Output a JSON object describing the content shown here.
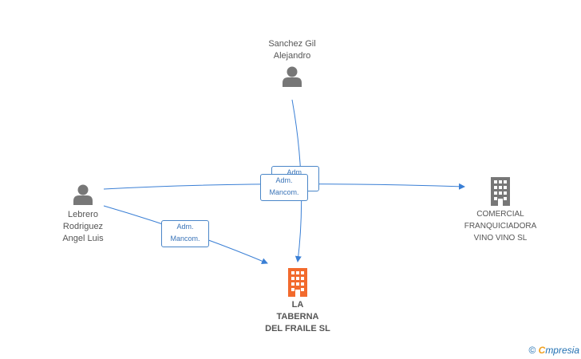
{
  "nodes": {
    "sanchez": {
      "name": "Sanchez Gil\nAlejandro",
      "kind": "person"
    },
    "lebrero": {
      "name": "Lebrero\nRodriguez\nAngel Luis",
      "kind": "person"
    },
    "comercial": {
      "name": "COMERCIAL\nFRANQUICIADORA\nVINO VINO  SL",
      "kind": "company"
    },
    "taberna": {
      "name": "LA\nTABERNA\nDEL FRAILE SL",
      "kind": "company",
      "highlight": true
    }
  },
  "edges": [
    {
      "from": "sanchez",
      "to": "taberna",
      "label": "Adm."
    },
    {
      "from": "lebrero",
      "to": "comercial",
      "label": "Adm.\nMancom."
    },
    {
      "from": "lebrero",
      "to": "taberna",
      "label": "Adm.\nMancom."
    }
  ],
  "footer": {
    "copyright": "©",
    "brand_initial": "C",
    "brand_rest": "mpresia"
  },
  "colors": {
    "edge": "#3a7fd5",
    "person": "#777777",
    "company": "#777777",
    "highlight": "#f26a2d"
  }
}
